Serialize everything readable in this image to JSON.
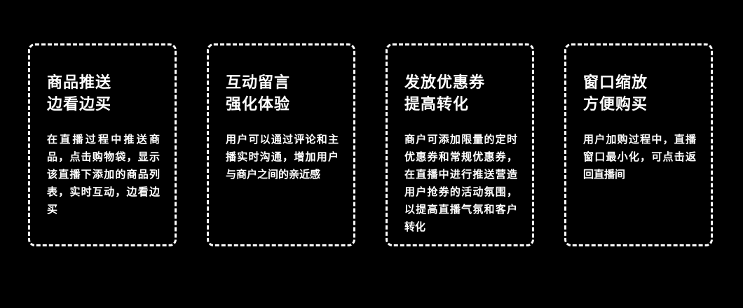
{
  "page": {
    "background": "#000000",
    "text_color": "#ffffff",
    "card_border_color": "#ffffff"
  },
  "cards": [
    {
      "title_line1": "商品推送",
      "title_line2": "边看边买",
      "body": "在直播过程中推送商品，点击购物袋，显示该直播下添加的商品列表，实时互动，边看边买"
    },
    {
      "title_line1": "互动留言",
      "title_line2": "强化体验",
      "body": "用户可以通过评论和主播实时沟通，增加用户与商户之间的亲近感"
    },
    {
      "title_line1": "发放优惠券",
      "title_line2": "提高转化",
      "body": "商户可添加限量的定时优惠券和常规优惠券，在直播中进行推送营造用户抢券的活动氛围，以提高直播气氛和客户转化"
    },
    {
      "title_line1": "窗口缩放",
      "title_line2": "方便购买",
      "body": "用户加购过程中，直播窗口最小化，可点击返回直播间"
    }
  ]
}
